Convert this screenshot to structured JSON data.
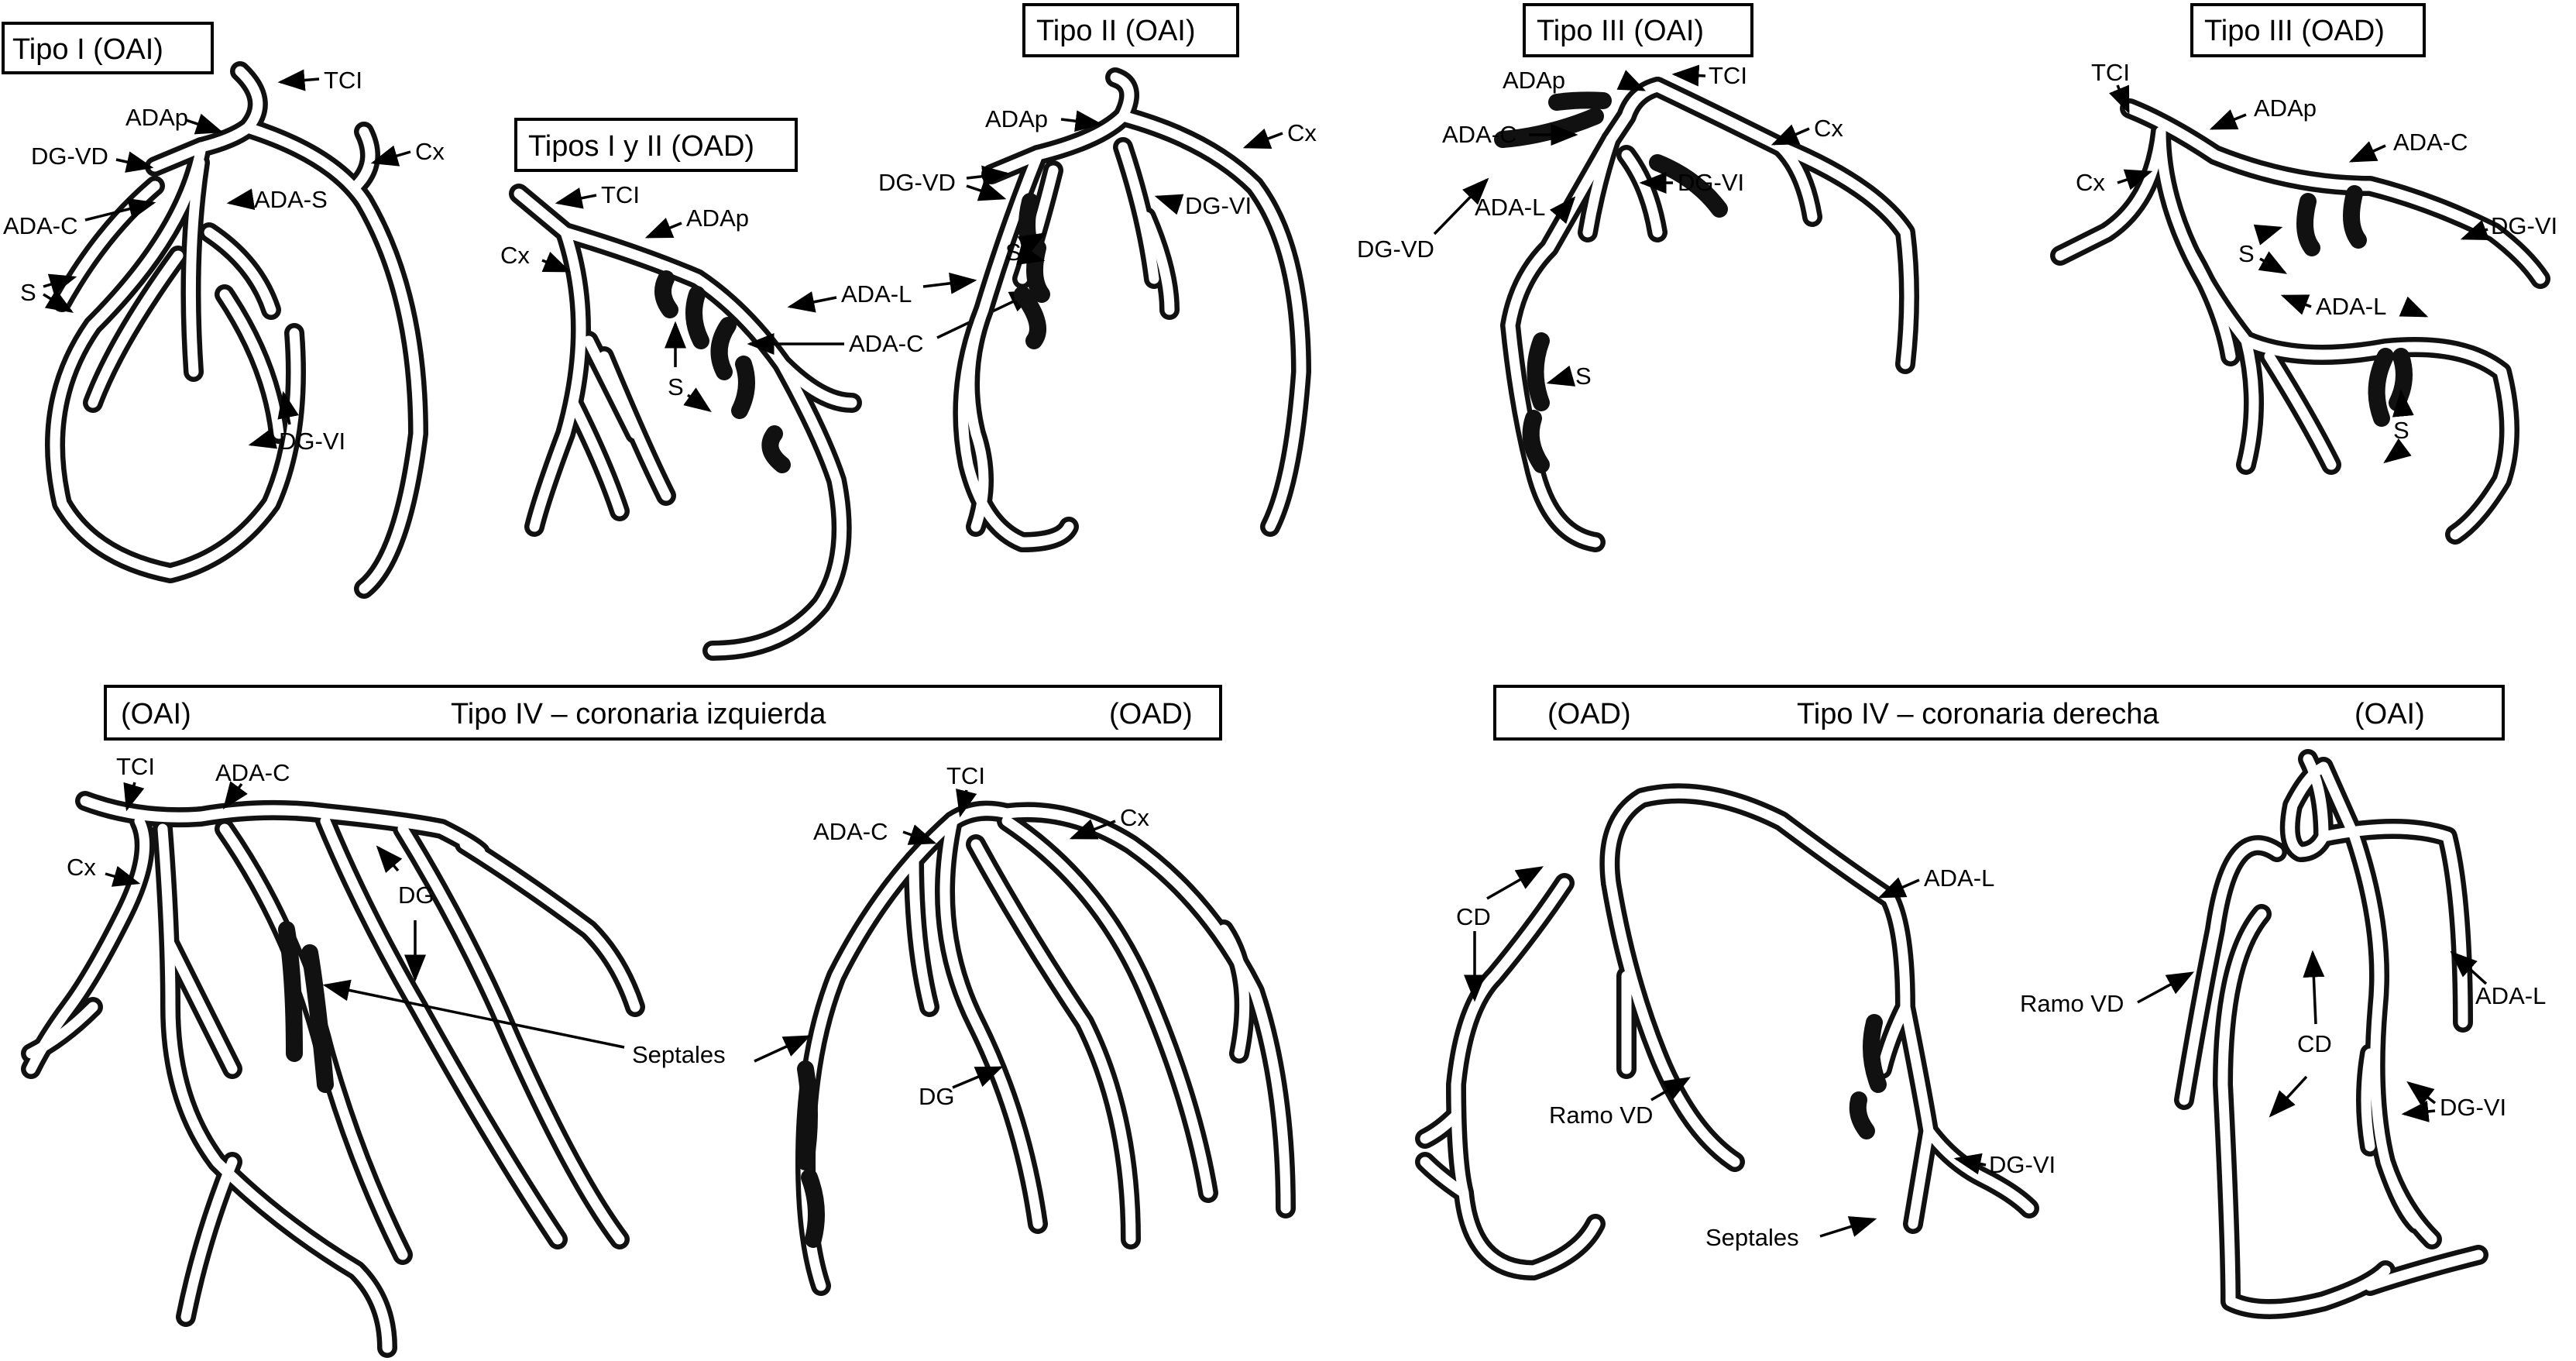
{
  "panels": {
    "p1": {
      "title": "Tipo I (OAI)",
      "labels": [
        "TCI",
        "ADAp",
        "DG-VD",
        "ADA-S",
        "Cx",
        "ADA-C",
        "S",
        "DG-VI"
      ]
    },
    "p2": {
      "title": "Tipos I y II (OAD)",
      "labels": [
        "TCI",
        "ADAp",
        "Cx",
        "ADA-L",
        "ADA-C",
        "S"
      ]
    },
    "p3": {
      "title": "Tipo II (OAI)",
      "labels": [
        "ADAp",
        "Cx",
        "DG-VD",
        "DG-VI",
        "S"
      ]
    },
    "p4": {
      "title": "Tipo III (OAI)",
      "labels": [
        "ADAp",
        "TCI",
        "ADA-C",
        "Cx",
        "DG-VI",
        "ADA-L",
        "DG-VD",
        "S"
      ]
    },
    "p5": {
      "title": "Tipo III (OAD)",
      "labels": [
        "TCI",
        "ADAp",
        "ADA-C",
        "Cx",
        "DG-VI",
        "S",
        "ADA-L",
        "S"
      ]
    },
    "p6": {
      "title_left": "(OAI)",
      "title_center": "Tipo IV – coronaria izquierda",
      "title_right": "(OAD)",
      "labels": [
        "TCI",
        "ADA-C",
        "Cx",
        "DG",
        "Septales",
        "TCI",
        "ADA-C",
        "Cx",
        "DG"
      ]
    },
    "p7": {
      "title_left": "(OAD)",
      "title_center": "Tipo IV – coronaria derecha",
      "title_right": "(OAI)",
      "labels": [
        "ADA-L",
        "CD",
        "Ramo VD",
        "DG-VI",
        "Septales",
        "Ramo VD",
        "ADA-L",
        "CD",
        "DG-VI"
      ]
    }
  }
}
